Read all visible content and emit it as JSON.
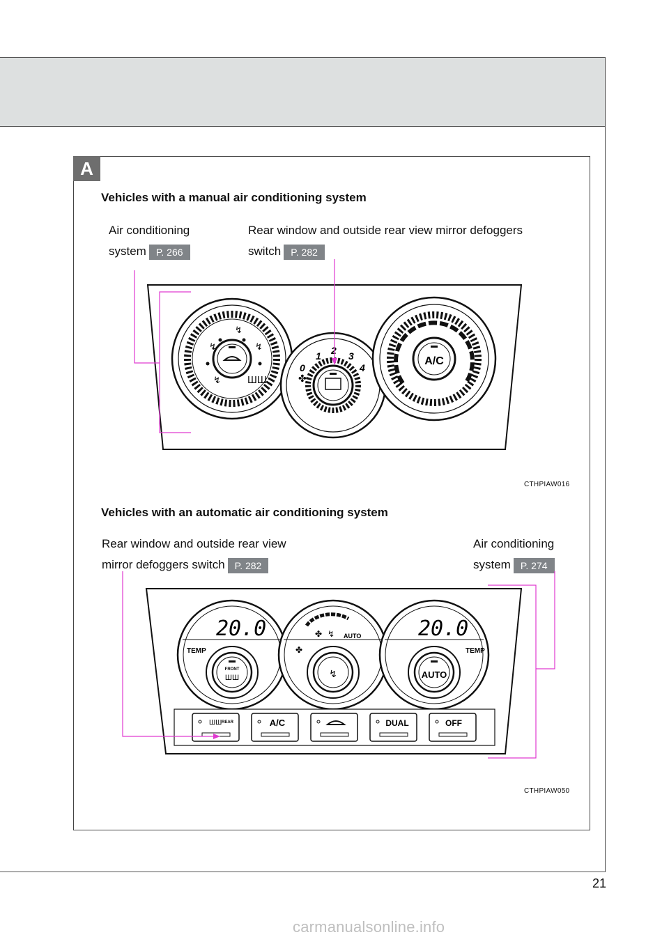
{
  "page": {
    "number": "21",
    "footer_watermark": "carmanualsonline.info"
  },
  "section": {
    "badge": "A",
    "manual": {
      "heading": "Vehicles with a manual air conditioning system",
      "callouts": [
        {
          "line1": "Air conditioning",
          "line2": "system",
          "ref": "P. 266"
        },
        {
          "line1": "Rear window and outside rear view mirror defoggers",
          "line2": "switch",
          "ref": "P. 282"
        }
      ],
      "dial_labels": {
        "fan_speeds": [
          "0",
          "1",
          "2",
          "3",
          "4"
        ],
        "ac_button": "A/C"
      },
      "image_code": "CTHPIAW016"
    },
    "automatic": {
      "heading": "Vehicles with an automatic air conditioning system",
      "callouts": [
        {
          "line1": "Rear window and outside rear view",
          "line2": "mirror defoggers switch",
          "ref": "P. 282"
        },
        {
          "line1": "Air conditioning",
          "line2": "system",
          "ref": "P. 274"
        }
      ],
      "displays": {
        "left_temp": "20.0",
        "right_temp": "20.0",
        "auto_indicator": "AUTO"
      },
      "knob_labels": {
        "left_temp": "TEMP",
        "right_temp": "TEMP",
        "front": "FRONT",
        "auto": "AUTO"
      },
      "buttons": [
        "REAR",
        "A/C",
        "",
        "DUAL",
        "OFF"
      ],
      "image_code": "CTHPIAW050"
    }
  },
  "colors": {
    "callout_line": "#e03ad0",
    "ref_badge": "#808488",
    "header_band": "#dde0e0"
  },
  "icons": [
    "defogger-icon",
    "fan-icon",
    "recirculation-icon",
    "mode-icon"
  ]
}
